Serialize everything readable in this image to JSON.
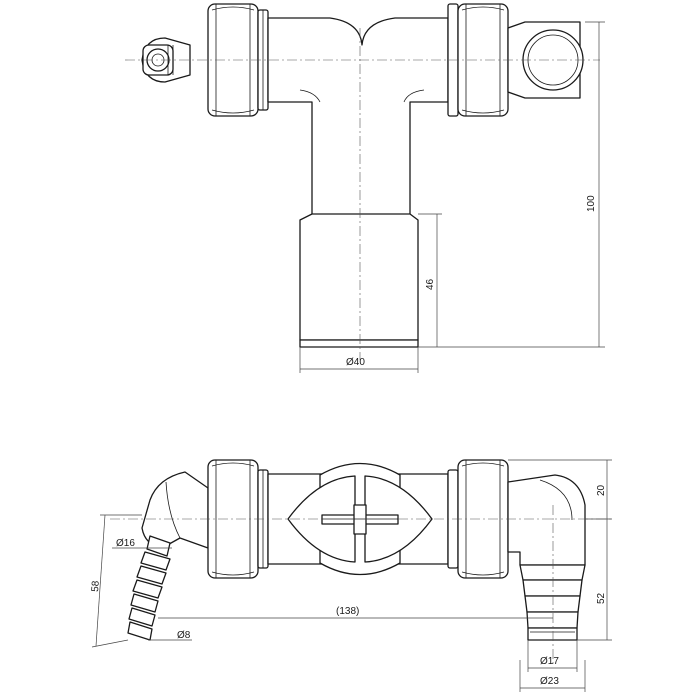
{
  "dimensions": {
    "height_top": "100",
    "socket_height": "46",
    "socket_diameter": "Ø40",
    "top_offset": "20",
    "right_height": "52",
    "left_height": "58",
    "hose_diameter": "Ø16",
    "hose_inner": "Ø8",
    "center_distance": "(138)",
    "right_outlet_inner": "Ø17",
    "right_outlet_outer": "Ø23"
  },
  "colors": {
    "line": "#1a1a1a",
    "dimension": "#444444",
    "background": "#ffffff"
  }
}
